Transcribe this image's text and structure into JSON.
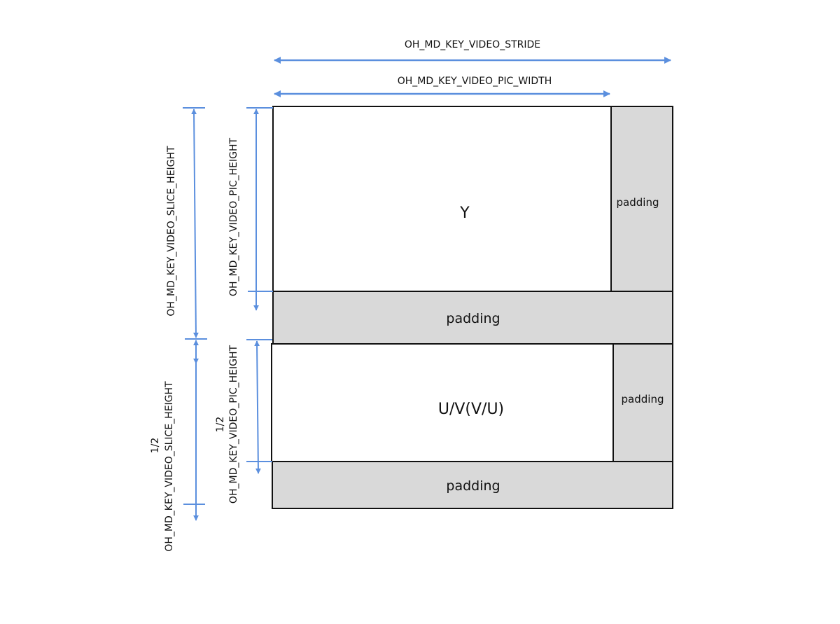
{
  "colors": {
    "arrow": "#5b8fde",
    "padding_fill": "#d9d9d9",
    "border": "#111111"
  },
  "labels": {
    "stride": "OH_MD_KEY_VIDEO_STRIDE",
    "pic_width": "OH_MD_KEY_VIDEO_PIC_WIDTH",
    "slice_height": "OH_MD_KEY_VIDEO_SLICE_HEIGHT",
    "pic_height": "OH_MD_KEY_VIDEO_PIC_HEIGHT",
    "half": "1/2",
    "half_slice_height": "OH_MD_KEY_VIDEO_SLICE_HEIGHT",
    "half_pic_height": "OH_MD_KEY_VIDEO_PIC_HEIGHT"
  },
  "planes": {
    "y": "Y",
    "uv": "U/V(V/U)",
    "padding": "padding"
  }
}
